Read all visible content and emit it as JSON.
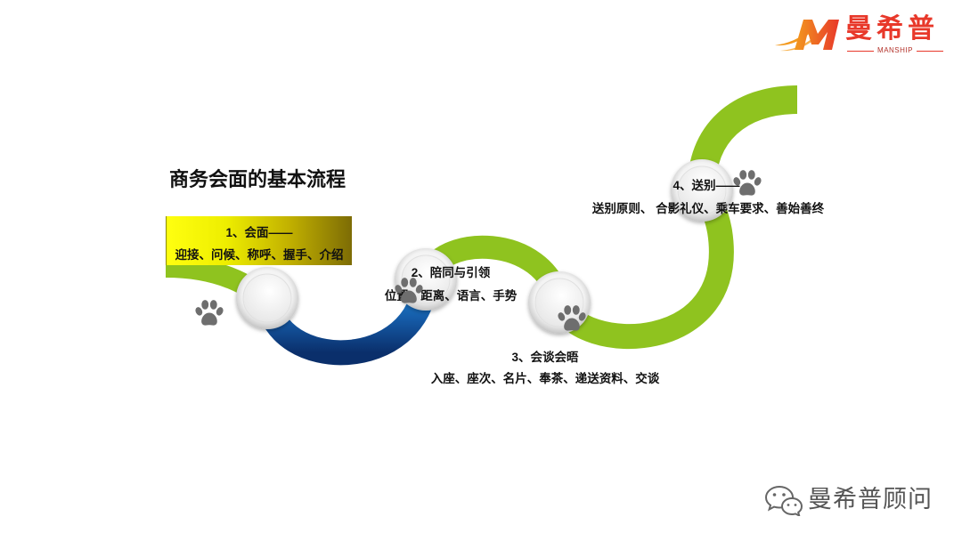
{
  "slide": {
    "title": "商务会面的基本流程",
    "background": "#ffffff"
  },
  "logo": {
    "icon": "manship-logo-icon",
    "name_cn": "曼希普",
    "name_en": "MANSHIP",
    "color_red": "#e8382a",
    "color_orange": "#f39a1e"
  },
  "steps": [
    {
      "heading": "1、会面——",
      "detail": "迎接、问候、称呼、握手、介绍"
    },
    {
      "heading": "2、陪同与引领",
      "detail": "位置、距离、语言、手势"
    },
    {
      "heading": "3、会谈会晤",
      "detail": "入座、座次、名片、奉茶、递送资料、交谈"
    },
    {
      "heading": "4、送别——",
      "detail": "送别原则、 合影礼仪、乘车要求、善始善终"
    }
  ],
  "decorations": {
    "paw_icon": "paw-print-icon",
    "node_icon": "step-node",
    "ribbon_green": "#8fc31f",
    "ribbon_blue_light": "#1f8fe0",
    "ribbon_blue_dark": "#0a2f6b",
    "highlight_yellow": "#ffff10",
    "highlight_olive": "#7d6c05",
    "paw_gray": "#6e6e6e"
  },
  "watermark": {
    "icon": "wechat-icon",
    "text": "曼希普顾问"
  }
}
